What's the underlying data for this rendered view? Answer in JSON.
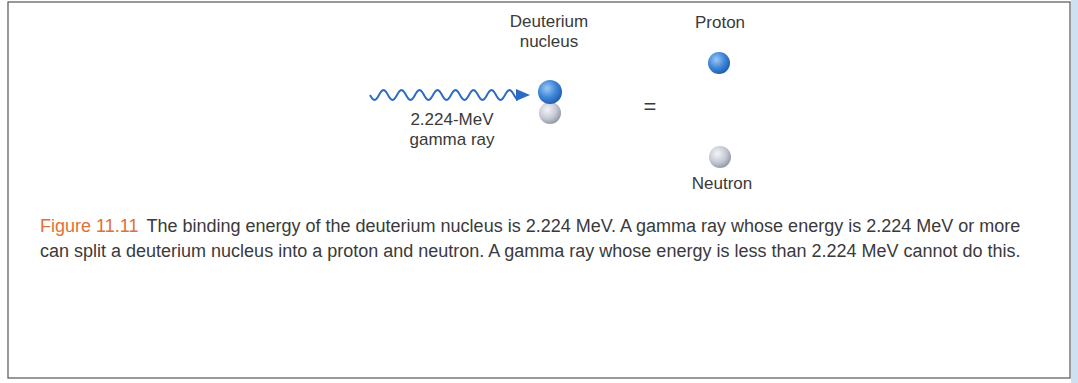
{
  "diagram": {
    "caption": "The binding energy of the deuterium nucleus is 2.224 MeV. A gamma ray whose energy is 2.224 MeV or more can split a deuterium nucleus into a proton and neutron. A gamma ray whose energy is less than 2.224 MeV cannot do this.",
    "labels": [
      "Deuterium nucleus",
      "Proton",
      "=",
      "2.224-MeV gamma ray",
      "Neutron",
      "Figure 11.11"
    ]
  }
}
